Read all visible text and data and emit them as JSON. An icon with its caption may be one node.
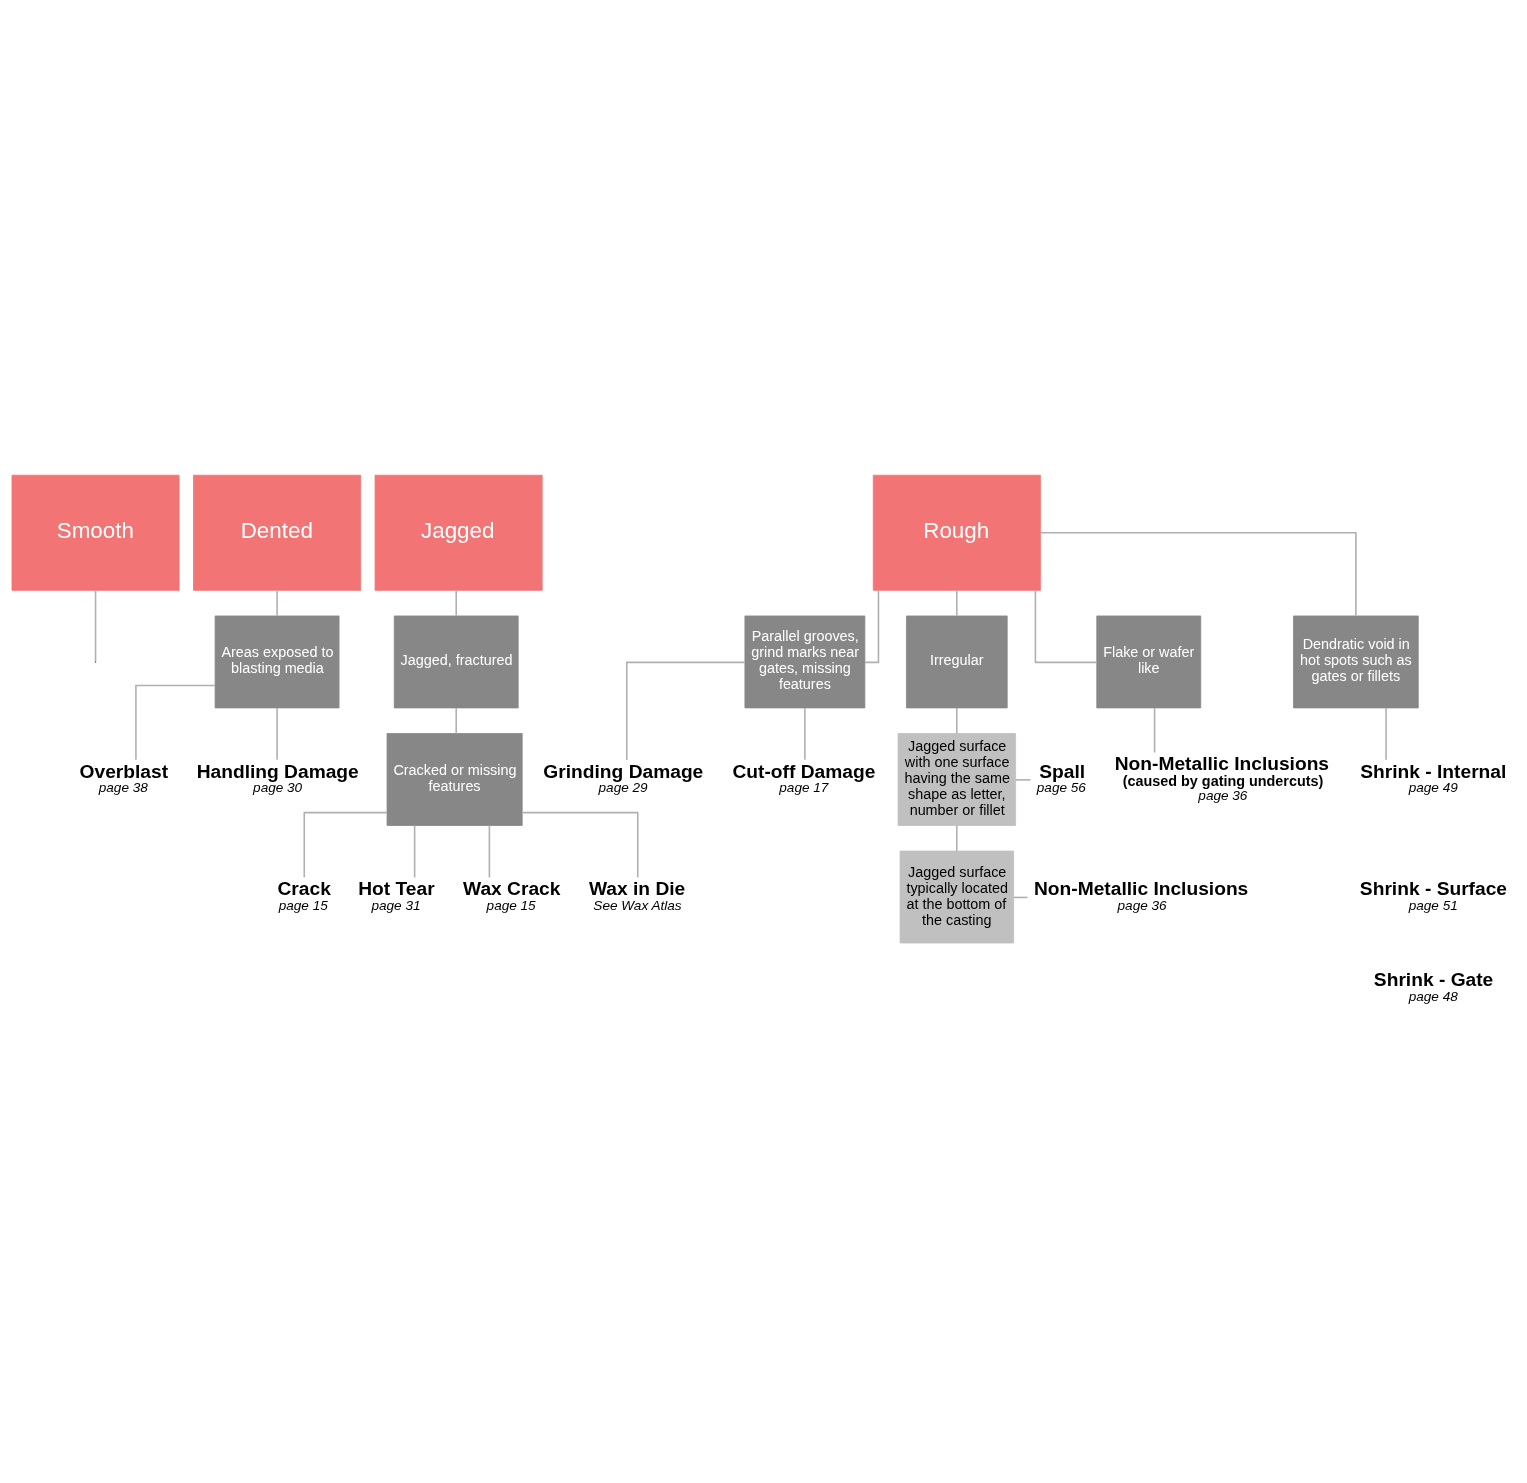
{
  "diagram": {
    "nodes": [
      {
        "text": [
          "Smooth"
        ]
      },
      {
        "text": [
          "Dented"
        ]
      },
      {
        "text": [
          "Jagged"
        ]
      },
      {
        "text": [
          "Rough"
        ]
      },
      {
        "text": [
          "Areas exposed to blasting media"
        ]
      },
      {
        "text": [
          "Overblast",
          "page 38"
        ]
      },
      {
        "text": [
          "Handling Damage",
          "page 30"
        ]
      },
      {
        "text": [
          "Parallel grooves, grind marks near gates, missing features"
        ]
      },
      {
        "text": [
          "Irregular"
        ]
      },
      {
        "text": [
          "Flake or wafer like"
        ]
      },
      {
        "text": [
          "Dendratic void in hot spots such as gates or fillets"
        ]
      },
      {
        "text": [
          "Grinding Damage",
          "page 29"
        ]
      },
      {
        "text": [
          "Cut-off Damage",
          "page 17"
        ]
      },
      {
        "text": [
          "Non-Metallic Inclusions",
          "(caused by gating undercuts)",
          "page 36"
        ]
      },
      {
        "text": [
          "Shrink - Internal",
          "page 49"
        ]
      },
      {
        "text": [
          "Shrink - Surface",
          "page 51"
        ]
      },
      {
        "text": [
          "Shrink - Gate",
          "page 48"
        ]
      },
      {
        "text": [
          "Jagged, fractured"
        ]
      },
      {
        "text": [
          "Cracked or missing features"
        ]
      },
      {
        "text": [
          "Jagged surface with one surface having the same shape as letter, number or fillet"
        ]
      },
      {
        "text": [
          "Jagged surface typically located at the bottom of the casting"
        ]
      },
      {
        "text": [
          "Spall",
          "page 56"
        ]
      },
      {
        "text": [
          "Non-Metallic Inclusions",
          "page 36"
        ]
      },
      {
        "text": [
          "Crack",
          "page 15"
        ]
      },
      {
        "text": [
          "Hot Tear",
          "page 31"
        ]
      },
      {
        "text": [
          "Wax Crack",
          "page 15"
        ]
      },
      {
        "text": [
          "Wax in Die",
          "See Wax Atlas"
        ]
      }
    ],
    "edges": [
      {
        "from": 0,
        "to": null,
        "arrow": "none"
      },
      {
        "from": 1,
        "to": 4,
        "arrow": "none"
      },
      {
        "from": 2,
        "to": 17,
        "arrow": "none"
      },
      {
        "from": 3,
        "to": 7,
        "arrow": "none"
      },
      {
        "from": 3,
        "to": 8,
        "arrow": "none"
      },
      {
        "from": 3,
        "to": 9,
        "arrow": "none"
      },
      {
        "from": 3,
        "to": 10,
        "arrow": "none"
      },
      {
        "from": 4,
        "to": 5,
        "arrow": "none"
      },
      {
        "from": 4,
        "to": 6,
        "arrow": "none"
      },
      {
        "from": 7,
        "to": 11,
        "arrow": "none"
      },
      {
        "from": 7,
        "to": 12,
        "arrow": "none"
      },
      {
        "from": 8,
        "to": 19,
        "arrow": "none"
      },
      {
        "from": 9,
        "to": 13,
        "arrow": "none"
      },
      {
        "from": 10,
        "to": 14,
        "arrow": "none"
      },
      {
        "from": 17,
        "to": 18,
        "arrow": "none"
      },
      {
        "from": 19,
        "to": 21,
        "arrow": "none"
      },
      {
        "from": 19,
        "to": 20,
        "arrow": "none"
      },
      {
        "from": 20,
        "to": 22,
        "arrow": "none"
      },
      {
        "from": 18,
        "to": 23,
        "arrow": "none"
      },
      {
        "from": 18,
        "to": 24,
        "arrow": "none"
      },
      {
        "from": 18,
        "to": 25,
        "arrow": "none"
      },
      {
        "from": 18,
        "to": 26,
        "arrow": "none"
      }
    ]
  }
}
